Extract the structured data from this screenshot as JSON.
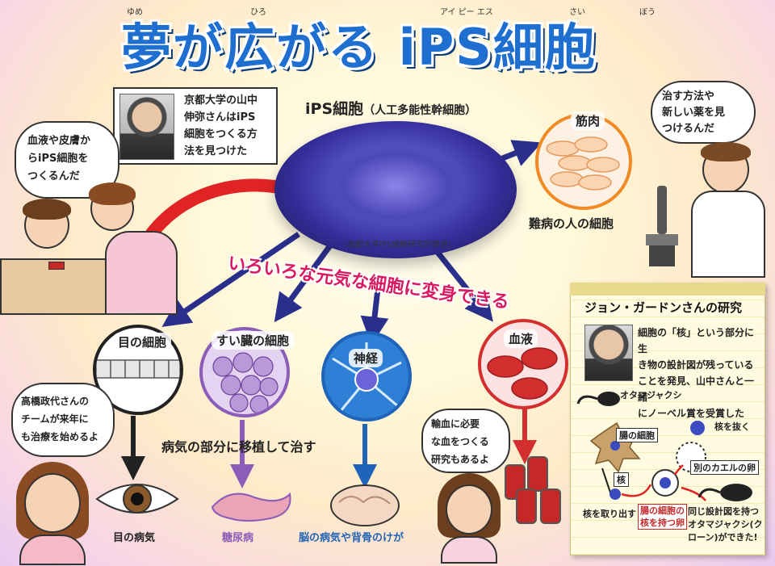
{
  "title": {
    "main": "夢が広がる iPS細胞",
    "ruby_yume": "ゆめ",
    "ruby_hiro": "ひろ",
    "ruby_ips": "アイ ピー エス",
    "ruby_sai": "さい",
    "ruby_bou": "ぼう"
  },
  "yamanaka": {
    "text_lines": [
      "京都大学の山中",
      "伸弥さんはiPS",
      "細胞をつくる方",
      "法を見つけた"
    ]
  },
  "left_bubble": {
    "lines": [
      "血液や皮膚か",
      "らiPS細胞を",
      "つくるんだ"
    ]
  },
  "dish": {
    "label": "iPS細胞",
    "sub_label": "（人工多能性幹細胞）",
    "caption": "（京都大学iPS細胞研究所提供）"
  },
  "banner": "いろいろな元気な細胞に変身できる",
  "muscle": {
    "label": "筋肉",
    "caption": "難病の人の細胞"
  },
  "doctor_bubble": {
    "lines": [
      "治す方法や",
      "新しい薬を見",
      "つけるんだ"
    ]
  },
  "circles": {
    "eye": "目の細胞",
    "pancreas": "すい臓の細胞",
    "nerve": "神経",
    "blood": "血液"
  },
  "girl_bubble": {
    "lines": [
      "高橋政代さんの",
      "チームが来年に",
      "も治療を始めるよ"
    ]
  },
  "transplant": "病気の部分に移植して治す",
  "girl2_bubble": {
    "lines": [
      "輸血に必要",
      "な血をつくる",
      "研究もあるよ"
    ]
  },
  "bottom": {
    "eye": "目の病気",
    "diabetes": "糖尿病",
    "brain": "脳の病気や背骨のけが"
  },
  "gurdon": {
    "title": "ジョン・ガードンさんの研究",
    "lines": [
      "細胞の「核」という部分に生",
      "き物の設計図が残っている",
      "ことを発見、山中さんと一緒",
      "にノーベル賞を受賞した"
    ],
    "tadpole": "オタマジャクシ",
    "intestine": "腸の細胞",
    "remove_nucleus": "核を抜く",
    "nucleus": "核",
    "frog_egg": "別のカエルの卵",
    "take_nucleus": "核を取り出す",
    "egg_with_nucleus_1": "腸の細胞の",
    "egg_with_nucleus_2": "核を持つ卵",
    "result_1": "同じ設計図を持つ",
    "result_2": "オタマジャクシ(ク",
    "result_3": "ローン)ができた!"
  },
  "colors": {
    "title_blue": "#1e6fd0",
    "banner_pink": "#d81b60",
    "arrow_navy": "#2b2f8c",
    "arrow_red": "#e02424",
    "muscle_orange": "#f08a24",
    "purple": "#8b5cb8",
    "nerve_blue": "#1f64b8",
    "blood_red": "#d32f2f"
  }
}
